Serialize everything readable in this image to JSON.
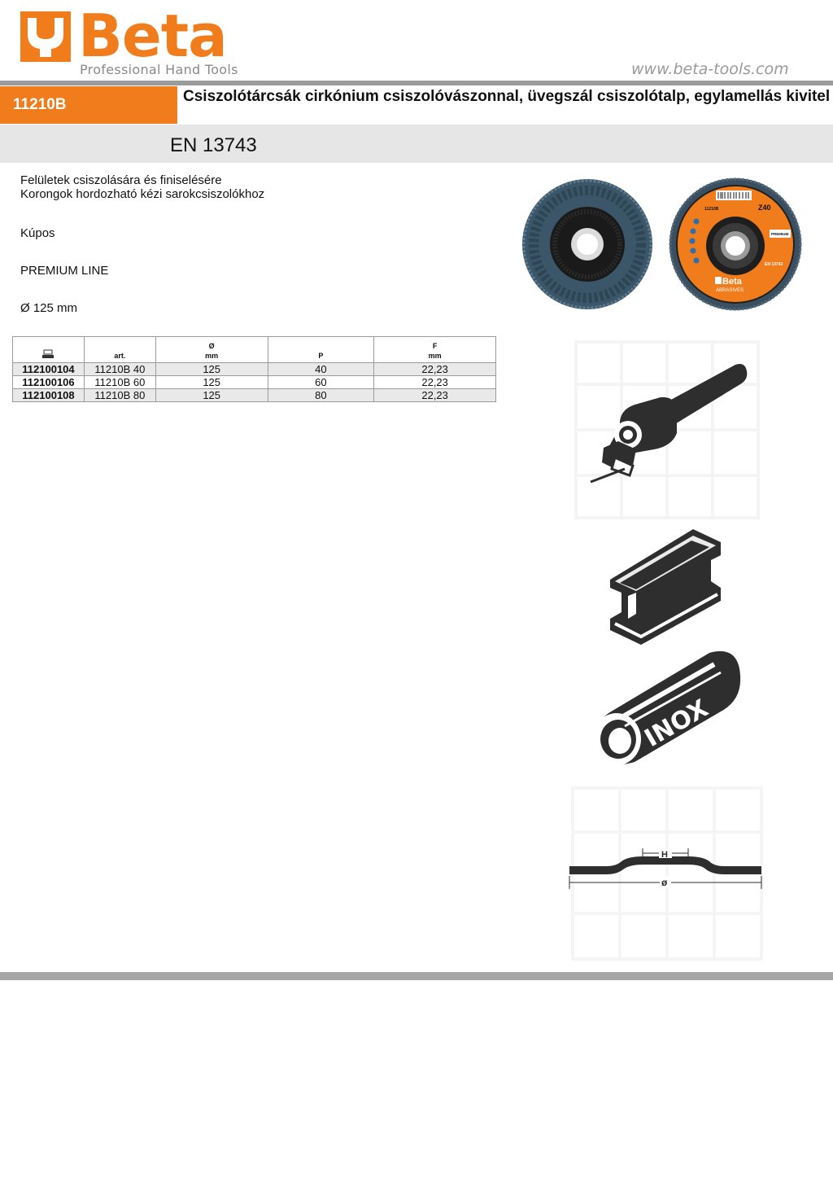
{
  "header": {
    "brand": "Beta",
    "tagline": "Professional Hand Tools",
    "website": "www.beta-tools.com",
    "brand_color": "#f07c1c"
  },
  "product": {
    "code": "11210B",
    "title": "Csiszolótárcsák cirkónium csiszolóvászonnal, üvegszál csiszolótalp, egylamellás kivitel",
    "standard": "EN 13743"
  },
  "description": {
    "line1": "Felületek csiszolására és finiselésére",
    "line2": "Korongok hordozható kézi sarokcsiszolókhoz",
    "shape": "Kúpos",
    "line": "PREMIUM LINE",
    "diameter": "Ø 125 mm"
  },
  "table": {
    "headers": [
      {
        "top": "",
        "bottom": ""
      },
      {
        "top": "",
        "bottom": "art."
      },
      {
        "top": "Ø",
        "bottom": "mm"
      },
      {
        "top": "",
        "bottom": "P"
      },
      {
        "top": "F",
        "bottom": "mm"
      }
    ],
    "rows": [
      {
        "code": "112100104",
        "art": "11210B 40",
        "diameter": "125",
        "p": "40",
        "f": "22,23"
      },
      {
        "code": "112100106",
        "art": "11210B 60",
        "diameter": "125",
        "p": "60",
        "f": "22,23"
      },
      {
        "code": "112100108",
        "art": "11210B 80",
        "diameter": "125",
        "p": "80",
        "f": "22,23"
      }
    ]
  },
  "disc_label": {
    "grit": "Z40",
    "code": "11210B",
    "standard": "EN 13743",
    "brand": "Beta",
    "sub": "ABRASIVES",
    "premium": "PREMIUM"
  },
  "icons": {
    "inox": "INOX",
    "dim_h": "H",
    "dim_d": "ø"
  }
}
